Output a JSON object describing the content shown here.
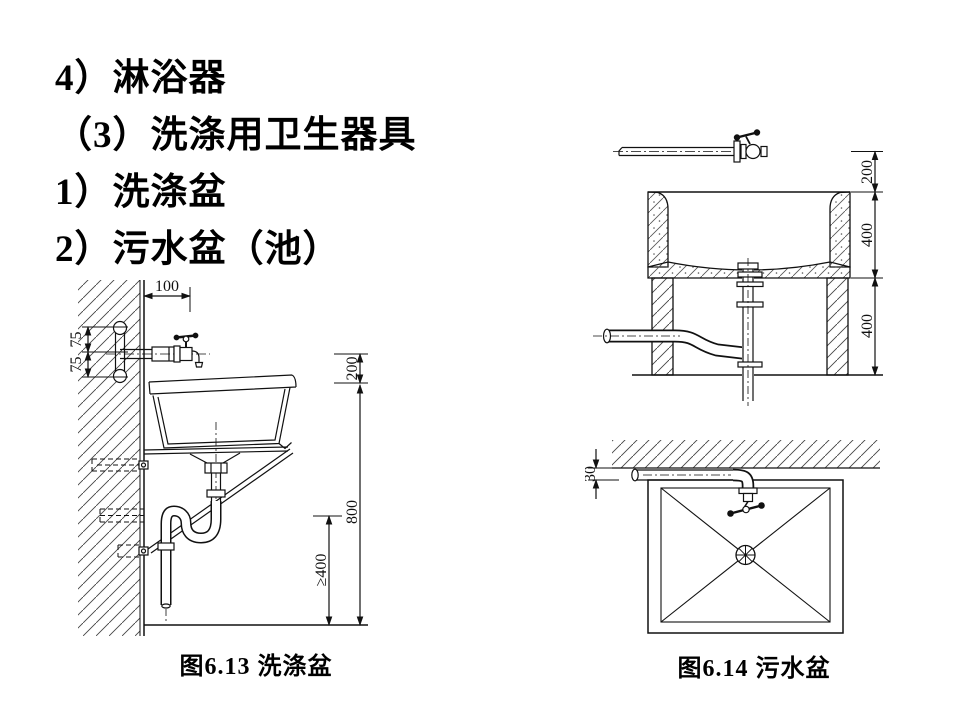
{
  "slide": {
    "background": "#ffffff",
    "line_color": "#111111",
    "title_lines": [
      "4）淋浴器",
      "（3）洗涤用卫生器具",
      "1）洗涤盆",
      "2）污水盆（池）"
    ]
  },
  "figure_washbasin": {
    "caption": "图6.13  洗涤盆",
    "dimensions": {
      "faucet_wall_offset": "100",
      "pipe_spacing_upper": "75",
      "pipe_spacing_lower": "75",
      "faucet_above_rim": "200",
      "rim_height": "800",
      "trap_outlet_min_height": "≥400"
    }
  },
  "figure_slopsink": {
    "caption": "图6.14  污水盆",
    "dimensions": {
      "faucet_above_rim": "200",
      "basin_depth": "400",
      "support_height": "400",
      "pipe_wall_offset": "30"
    }
  }
}
